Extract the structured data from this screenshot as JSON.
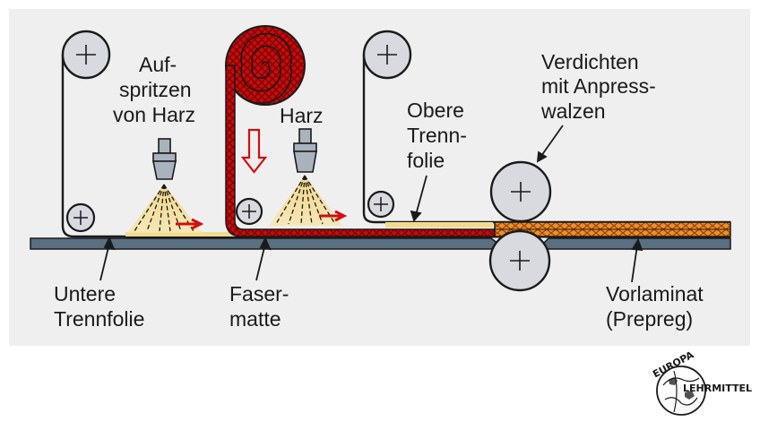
{
  "diagram": {
    "labels": {
      "aufspritzen": [
        "Auf-",
        "spritzen",
        "von Harz"
      ],
      "harz": "Harz",
      "obere_trennfolie": [
        "Obere",
        "Trenn-",
        "folie"
      ],
      "verdichten": [
        "Verdichten",
        "mit Anpress-",
        "walzen"
      ],
      "untere_trennfolie": [
        "Untere",
        "Trennfolie"
      ],
      "fasermatte": [
        "Faser-",
        "matte"
      ],
      "vorlaminat": [
        "Vorlaminat",
        "(Prepreg)"
      ]
    }
  },
  "logo": {
    "top_text": "EUROPA",
    "side_text": "LEHRMITTEL"
  },
  "colors": {
    "panel": "#efefef",
    "belt": "#5a6f80",
    "roller": "#d9dadf",
    "fiber_red": "#d10f0f",
    "resin_yellow": "#e8c36a",
    "arrow_red": "#d10f0f",
    "laminate_orange": "#e08a2a"
  }
}
